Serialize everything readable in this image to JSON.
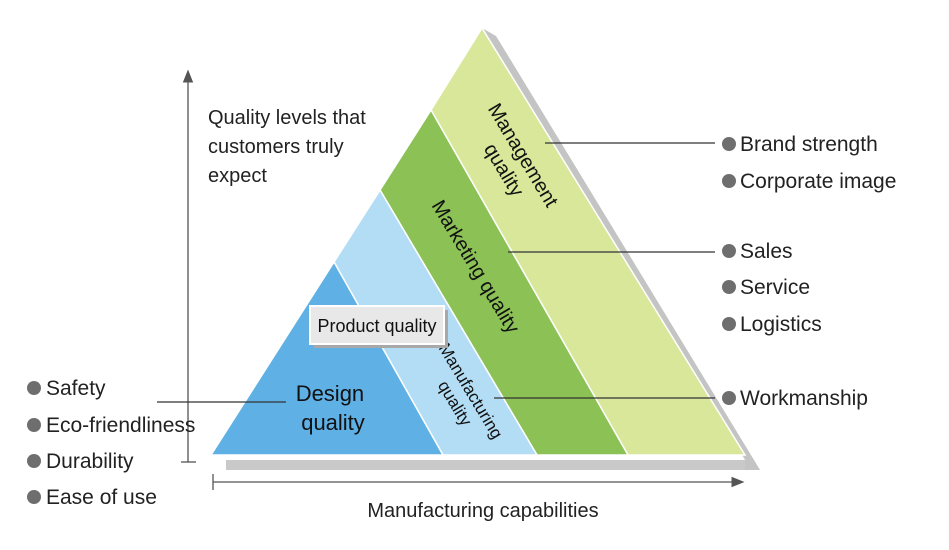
{
  "diagram": {
    "y_axis_label": [
      "Quality levels that",
      "customers truly",
      "expect"
    ],
    "x_axis_label": "Manufacturing capabilities",
    "bands": {
      "management": [
        "Management",
        "quality"
      ],
      "marketing": "Marketing quality",
      "product": "Product quality",
      "manufacturing": [
        "Manufacturing",
        "quality"
      ],
      "design": [
        "Design",
        "quality"
      ]
    },
    "left_items": [
      "Safety",
      "Eco-friendliness",
      "Durability",
      "Ease of use"
    ],
    "right_groups": {
      "management": [
        "Brand strength",
        "Corporate image"
      ],
      "marketing": [
        "Sales",
        "Service",
        "Logistics"
      ],
      "manufacturing": [
        "Workmanship"
      ]
    },
    "colors": {
      "management": "#d9e79a",
      "marketing": "#8bc155",
      "manufacturing": "#b3ddf5",
      "design": "#5fb0e5",
      "shadow": "#c9c9c9",
      "product_box": "#e8e8e8",
      "bullet": "#6e6e6e"
    }
  }
}
